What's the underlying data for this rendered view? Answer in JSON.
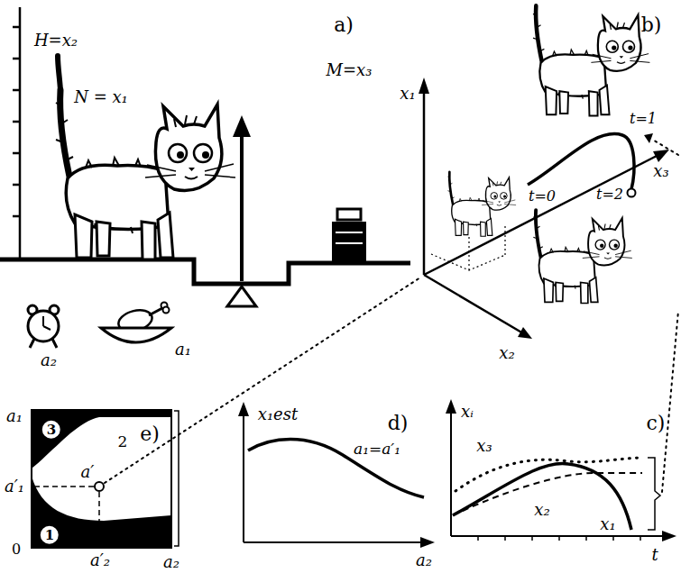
{
  "diagram": {
    "nodes": [
      {
        "text": [
          "3"
        ]
      },
      {
        "text": [
          "1"
        ]
      }
    ],
    "labels": [
      "a)",
      "H=x₂",
      "N = x₁",
      "M=x₃",
      "a₁",
      "a₂",
      "b)",
      "x₁",
      "x₃",
      "x₂",
      "t=1",
      "t=2",
      "t=0",
      "e)",
      "a₁",
      "2",
      "a′",
      "a′₁",
      "0",
      "a′₂",
      "a₂",
      "d)",
      "x₁est",
      "a₁=a′₁",
      "a₂",
      "c)",
      "xᵢ",
      "x₃",
      "x₂",
      "x₁",
      "t"
    ]
  }
}
